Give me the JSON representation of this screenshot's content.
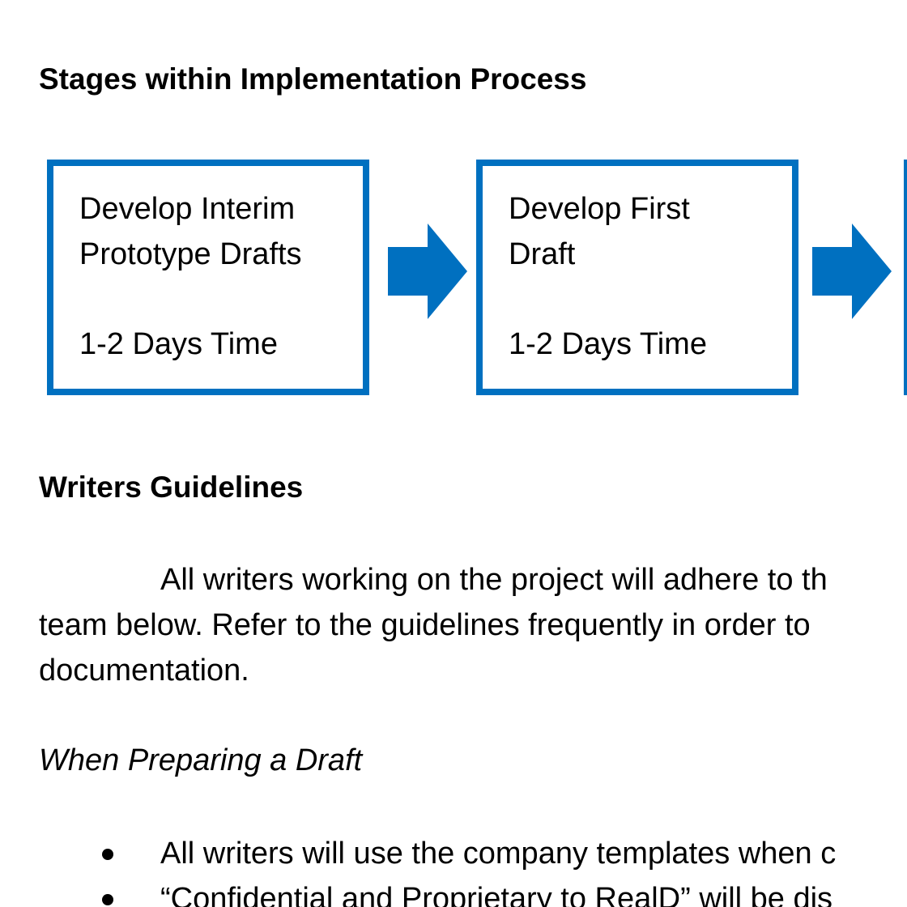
{
  "headings": {
    "stages": "Stages within Implementation Process",
    "writers": "Writers Guidelines"
  },
  "stages": [
    {
      "title": "Develop Interim\nPrototype Drafts",
      "time": "1-2 Days Time"
    },
    {
      "title": "Develop First\nDraft",
      "time": "1-2 Days Time"
    }
  ],
  "colors": {
    "accent": "#0070c0"
  },
  "paragraph": {
    "line1": "All writers working on the project will adhere to th",
    "line2": "team below. Refer to the guidelines frequently in order to",
    "line3": "documentation."
  },
  "subheading": "When Preparing a Draft",
  "bullets": [
    "All writers will use the company templates when c",
    "“Confidential and Proprietary to RealD” will be dis"
  ]
}
